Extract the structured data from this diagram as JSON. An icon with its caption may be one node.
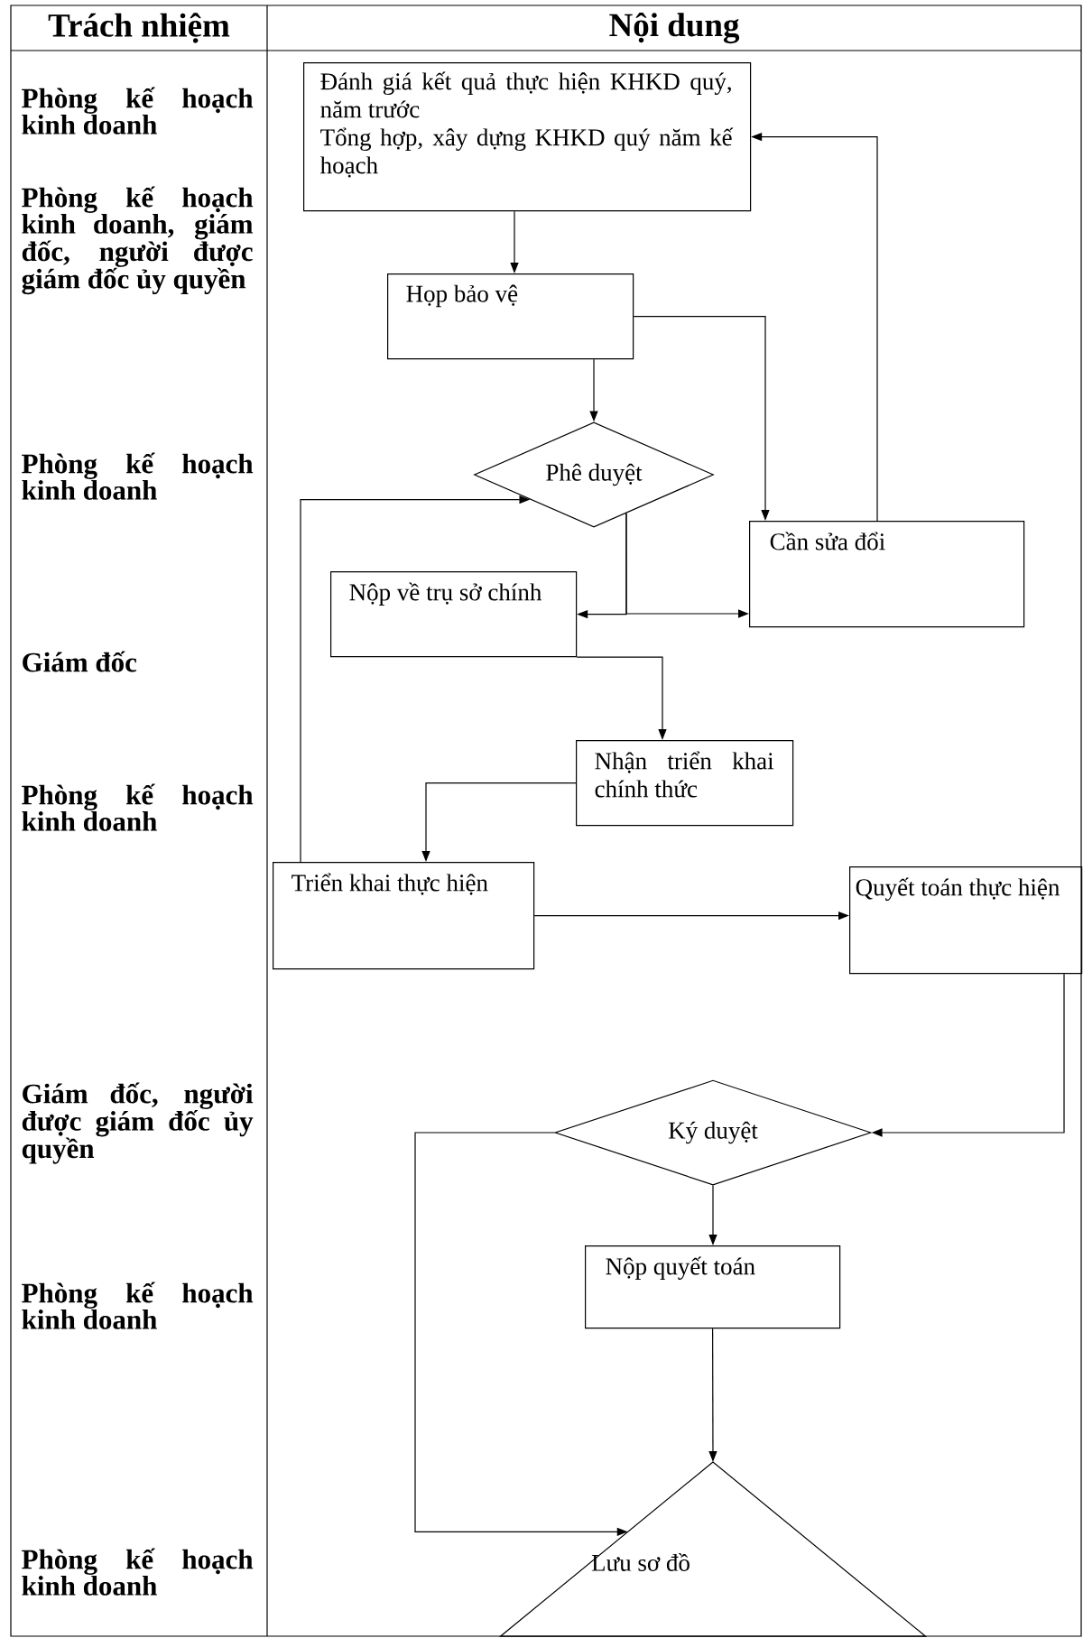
{
  "diagram": {
    "nodes": [
      {
        "text": [
          "Đánh giá kết quả thực hiện KHKD quý, năm trước",
          "Tổng hợp, xây dựng KHKD quý năm kế hoạch"
        ]
      },
      {
        "text": [
          "Họp bảo vệ"
        ]
      },
      {
        "text": [
          "Phê duyệt"
        ]
      },
      {
        "text": [
          "Cần sửa đổi"
        ]
      },
      {
        "text": [
          "Nộp về trụ sở chính"
        ]
      },
      {
        "text": [
          "Nhận triển khai chính thức"
        ]
      },
      {
        "text": [
          "Triển khai thực hiện"
        ]
      },
      {
        "text": [
          "Quyết toán thực hiện"
        ]
      },
      {
        "text": [
          "Ký duyệt"
        ]
      },
      {
        "text": [
          "Nộp quyết toán"
        ]
      },
      {
        "text": [
          "Lưu sơ đồ"
        ]
      }
    ],
    "edges": [
      {
        "from": 0,
        "to": 1,
        "arrow": "to"
      },
      {
        "from": 1,
        "to": 2,
        "arrow": "to"
      },
      {
        "from": 1,
        "to": 3,
        "arrow": "to"
      },
      {
        "from": 3,
        "to": 0,
        "arrow": "to"
      },
      {
        "from": 2,
        "to": 4,
        "arrow": "to"
      },
      {
        "from": 2,
        "to": 3,
        "arrow": "to"
      },
      {
        "from": 4,
        "to": 5,
        "arrow": "to"
      },
      {
        "from": 5,
        "to": 6,
        "arrow": "to"
      },
      {
        "from": 6,
        "to": 2,
        "arrow": "to"
      },
      {
        "from": 6,
        "to": 7,
        "arrow": "to"
      },
      {
        "from": 7,
        "to": 8,
        "arrow": "to"
      },
      {
        "from": 8,
        "to": 9,
        "arrow": "to"
      },
      {
        "from": 8,
        "to": 10,
        "arrow": "to"
      },
      {
        "from": 9,
        "to": 10,
        "arrow": "to"
      }
    ],
    "labels": [
      "Trách nhiệm",
      "Nội dung",
      "Phòng kế hoạch kinh doanh",
      "Phòng kế hoạch kinh doanh, giám đốc, người được giám đốc ủy quyền",
      "Phòng kế hoạch kinh doanh",
      "Giám đốc",
      "Phòng kế hoạch kinh doanh",
      "Giám đốc, người được giám đốc ủy quyền",
      "Phòng kế hoạch kinh doanh",
      "Phòng kế hoạch kinh doanh"
    ]
  }
}
